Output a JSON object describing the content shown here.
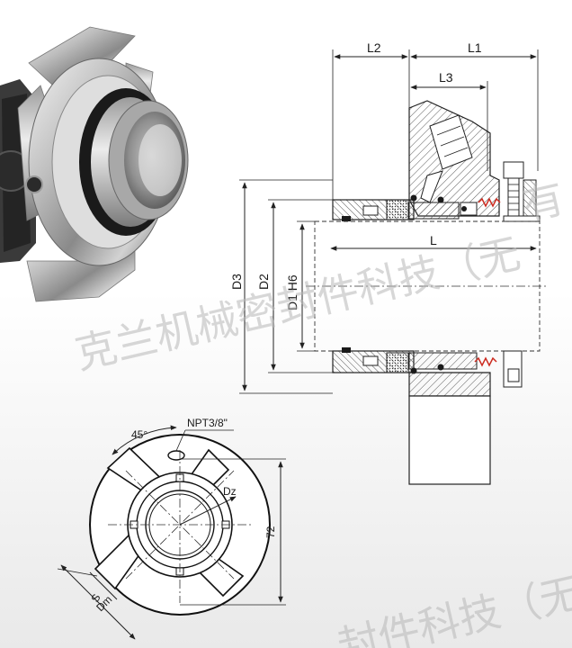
{
  "labels": {
    "l2": "L2",
    "l1": "L1",
    "l3": "L3",
    "l": "L",
    "d3": "D3",
    "d2": "D2",
    "d1": "D1 H6",
    "npt": "NPT3/8\"",
    "angle": "45°",
    "dz": "Dz",
    "height": "72",
    "s": "S",
    "dm": "Dm"
  },
  "watermark": {
    "line1": "克兰机械密封件科技（无",
    "line2": "有",
    "line3": "封件科技（无"
  },
  "colors": {
    "line": "#222222",
    "hatch": "#555555",
    "steel_light": "#e8e8e8",
    "steel_dark": "#6a6a6a",
    "oring": "#1a1a1a",
    "spring": "#cc2a1f",
    "watermark": "#b8b8b8"
  }
}
